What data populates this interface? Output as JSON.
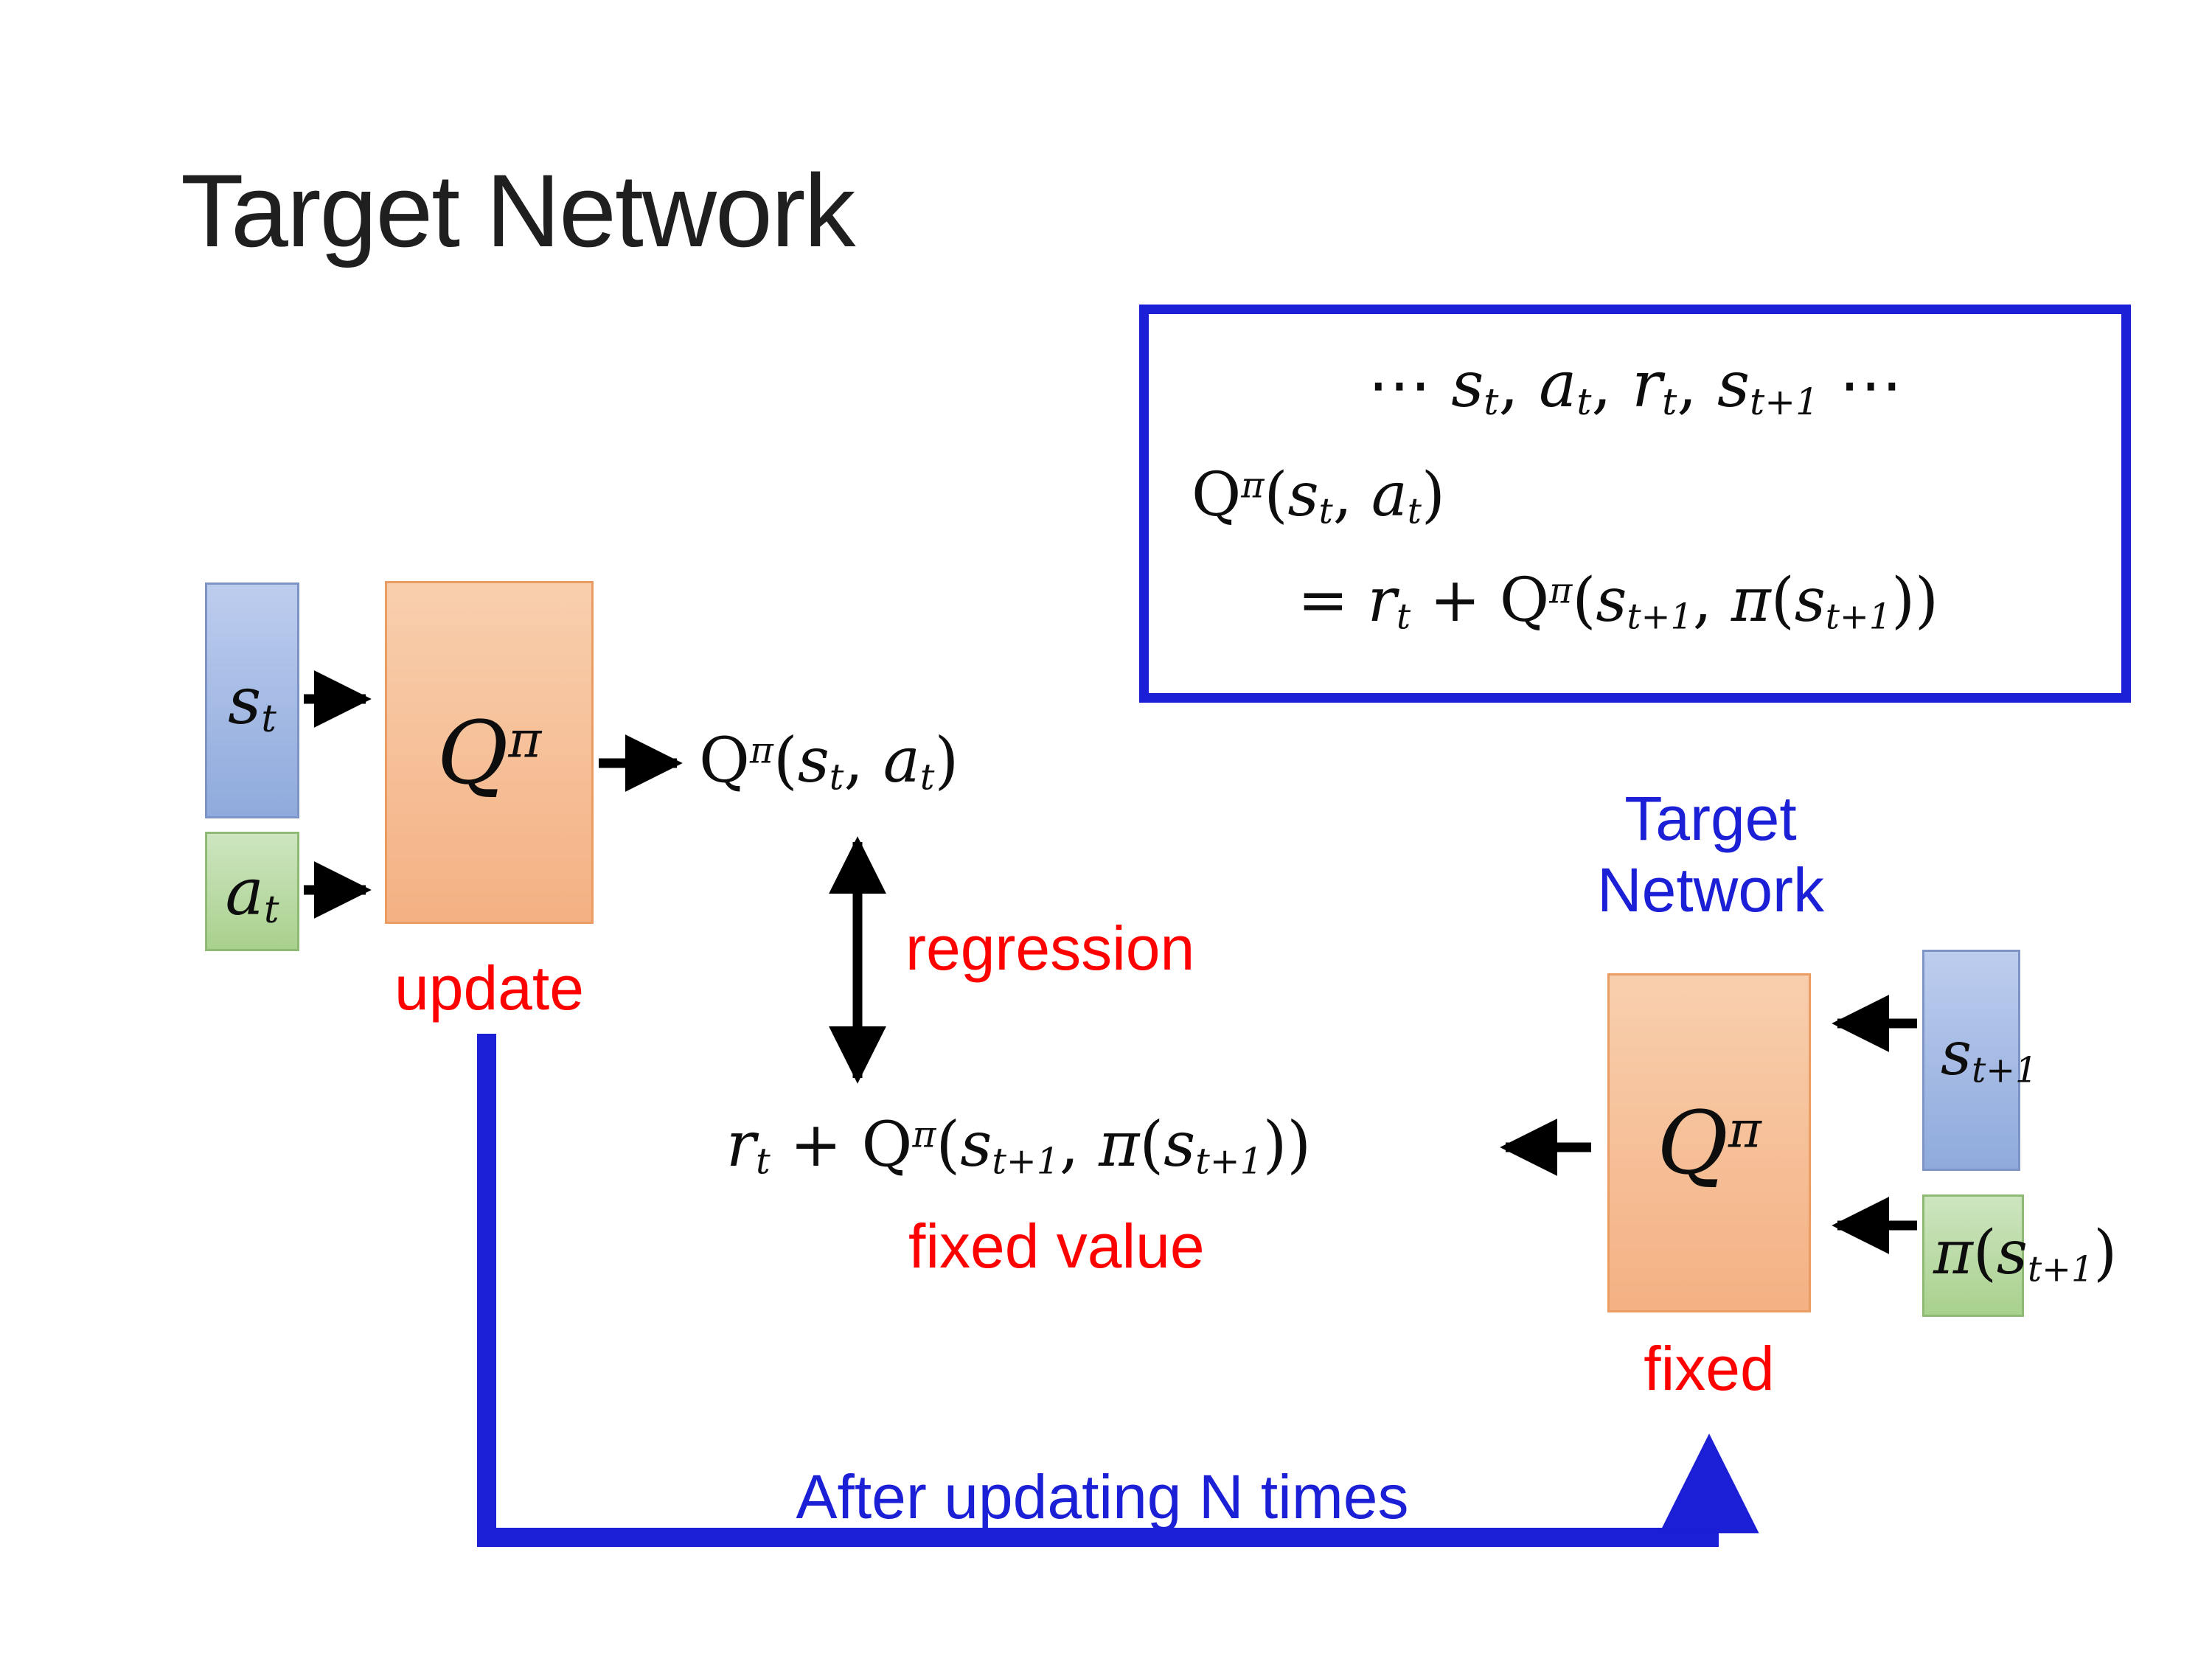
{
  "title": "Target Network",
  "colors": {
    "accent_blue": "#1b1fd6",
    "accent_red": "#ff0000",
    "node_blue": "#8faadc",
    "node_green": "#a9d18e",
    "node_orange": "#f4b183",
    "title_color": "#1f1f1f"
  },
  "replay_box": {
    "line1": [
      [
        "r",
        "⋯ "
      ],
      [
        "i",
        "s"
      ],
      [
        "sub",
        "t"
      ],
      [
        "r",
        ", "
      ],
      [
        "i",
        "a"
      ],
      [
        "sub",
        "t"
      ],
      [
        "r",
        ", "
      ],
      [
        "i",
        "r"
      ],
      [
        "sub",
        "t"
      ],
      [
        "r",
        ", "
      ],
      [
        "i",
        "s"
      ],
      [
        "sub",
        "t+1"
      ],
      [
        "r",
        " ⋯"
      ]
    ],
    "line2": [
      [
        "r",
        "Q"
      ],
      [
        "sup",
        "π"
      ],
      [
        "r",
        "("
      ],
      [
        "i",
        "s"
      ],
      [
        "sub",
        "t"
      ],
      [
        "r",
        ", "
      ],
      [
        "i",
        "a"
      ],
      [
        "sub",
        "t"
      ],
      [
        "r",
        ")"
      ]
    ],
    "line3": [
      [
        "r",
        "= "
      ],
      [
        "i",
        "r"
      ],
      [
        "sub",
        "t"
      ],
      [
        "r",
        " + Q"
      ],
      [
        "sup",
        "π"
      ],
      [
        "r",
        "("
      ],
      [
        "i",
        "s"
      ],
      [
        "sub",
        "t+1"
      ],
      [
        "r",
        ", "
      ],
      [
        "i",
        "π"
      ],
      [
        "r",
        "("
      ],
      [
        "i",
        "s"
      ],
      [
        "sub",
        "t+1"
      ],
      [
        "r",
        "))"
      ]
    ]
  },
  "left_network": {
    "input_state": [
      [
        "i",
        "s"
      ],
      [
        "sub",
        "t"
      ]
    ],
    "input_action": [
      [
        "i",
        "a"
      ],
      [
        "sub",
        "t"
      ]
    ],
    "q_label": [
      [
        "i",
        "Q"
      ],
      [
        "sup",
        "π"
      ]
    ],
    "output": [
      [
        "r",
        "Q"
      ],
      [
        "sup",
        "π"
      ],
      [
        "r",
        "("
      ],
      [
        "i",
        "s"
      ],
      [
        "sub",
        "t"
      ],
      [
        "r",
        ", "
      ],
      [
        "i",
        "a"
      ],
      [
        "sub",
        "t"
      ],
      [
        "r",
        ")"
      ]
    ],
    "update_label": "update"
  },
  "middle": {
    "regression_label": "regression",
    "target_expression": [
      [
        "i",
        "r"
      ],
      [
        "sub",
        "t"
      ],
      [
        "r",
        " + Q"
      ],
      [
        "sup",
        "π"
      ],
      [
        "r",
        "("
      ],
      [
        "i",
        "s"
      ],
      [
        "sub",
        "t+1"
      ],
      [
        "r",
        ", "
      ],
      [
        "i",
        "π"
      ],
      [
        "r",
        "("
      ],
      [
        "i",
        "s"
      ],
      [
        "sub",
        "t+1"
      ],
      [
        "r",
        "))"
      ]
    ],
    "fixed_value_label": "fixed value"
  },
  "target_network": {
    "name": "Target Network",
    "q_label": [
      [
        "i",
        "Q"
      ],
      [
        "sup",
        "π"
      ]
    ],
    "input_state": [
      [
        "i",
        "s"
      ],
      [
        "sub",
        "t+1"
      ]
    ],
    "input_action": [
      [
        "i",
        "π"
      ],
      [
        "r",
        "("
      ],
      [
        "i",
        "s"
      ],
      [
        "sub",
        "t+1"
      ],
      [
        "r",
        ")"
      ]
    ],
    "fixed_label": "fixed"
  },
  "update_loop_label": "After updating N times"
}
